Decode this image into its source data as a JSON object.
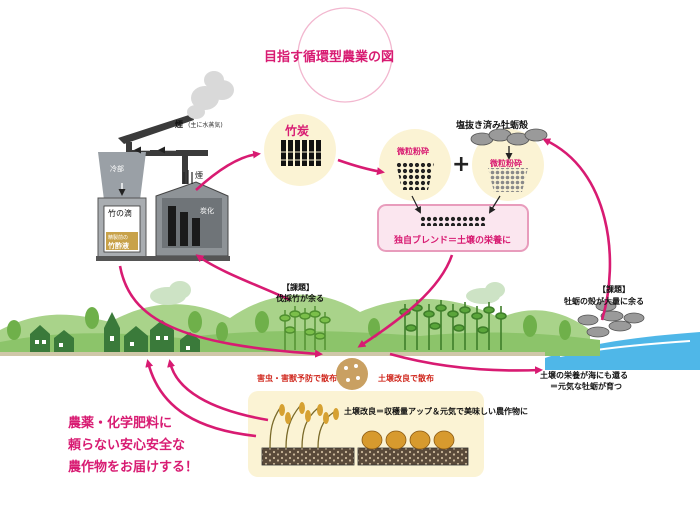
{
  "title": "目指す循環型農業の図",
  "smoke": {
    "label": "煙",
    "note": "(主に水蒸気)"
  },
  "kiln": {
    "cooling_label": "冷部",
    "carbonization_label": "炭化",
    "smoke_label": "煙",
    "liquid_label": "竹の滴",
    "tank_label": "竹酢液",
    "tank_note": "精製前の"
  },
  "bamboo_charcoal": "竹炭",
  "oyster": {
    "title": "塩抜き済み牡蛎殻",
    "fine_powder": "微粒粉砕"
  },
  "charcoal_powder": "微粒粉砕",
  "blend": "独自ブレンド＝土壌の栄養に",
  "issue_bamboo": {
    "tag": "【課題】",
    "text": "伐採竹が余る"
  },
  "issue_oyster": {
    "tag": "【課題】",
    "text": "牡蛎の殻が大量に余る"
  },
  "sea": {
    "line1": "土壌の栄養が海にも還る",
    "line2": "＝元気な牡蛎が育つ"
  },
  "spray_pest": "害虫・害獣予防で散布",
  "spray_soil": "土壌改良で散布",
  "result": "土壌改良＝収穫量アップ＆元気で美味しい農作物に",
  "message": [
    "農薬・化学肥料に",
    "頼らない安心安全な",
    "農作物をお届けする！"
  ],
  "colors": {
    "accent": "#d81b72",
    "green": "#7bbf4a",
    "cream": "#fbf3d4",
    "sea": "#4fb7e8"
  }
}
